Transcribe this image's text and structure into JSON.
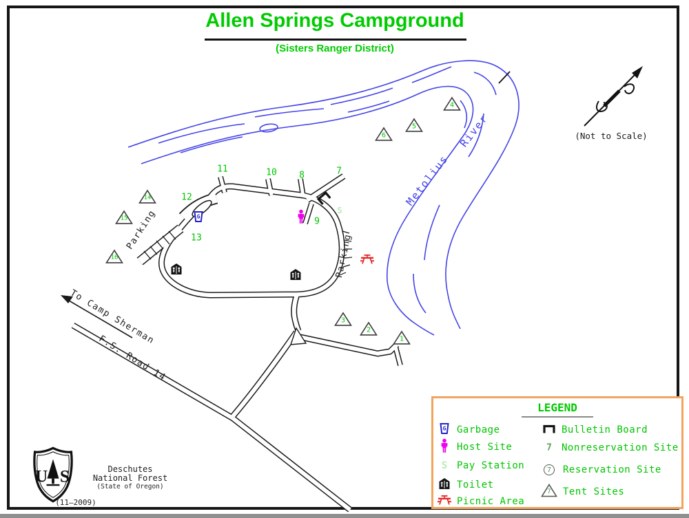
{
  "title": {
    "text": "Allen Springs Campground",
    "subtitle": "(Sisters Ranger District)"
  },
  "compass": {
    "caption": "(Not to Scale)"
  },
  "map": {
    "river": {
      "word1": "Metolius",
      "word2": "River"
    },
    "labels": {
      "parking_left": "Parking",
      "parking_right": "Parking",
      "to_camp_sherman": "To Camp Sherman",
      "fs_road": "F.S. Road 14"
    },
    "tent_sites": [
      {
        "num": "1"
      },
      {
        "num": "2"
      },
      {
        "num": "3"
      },
      {
        "num": "4"
      },
      {
        "num": "5"
      },
      {
        "num": "6"
      },
      {
        "num": "14"
      },
      {
        "num": "15"
      },
      {
        "num": "16"
      }
    ],
    "sites": [
      {
        "num": "7"
      },
      {
        "num": "8"
      },
      {
        "num": "9"
      },
      {
        "num": "10"
      },
      {
        "num": "11"
      },
      {
        "num": "12"
      },
      {
        "num": "13"
      }
    ],
    "icons": {
      "garbage_letter": "G",
      "pay_letter": "S"
    }
  },
  "legend": {
    "title": "LEGEND",
    "left": [
      {
        "label": "Garbage"
      },
      {
        "label": "Host Site"
      },
      {
        "label": "Pay Station"
      },
      {
        "label": "Toilet"
      },
      {
        "label": "Picnic Area"
      }
    ],
    "right": [
      {
        "label": "Bulletin Board",
        "marker": ""
      },
      {
        "label": "Nonreservation Site",
        "marker": "7"
      },
      {
        "label": "Reservation Site",
        "marker": "7"
      },
      {
        "label": "Tent Sites",
        "marker": "7"
      }
    ]
  },
  "footer": {
    "logo_text": "US",
    "agency_line1": "Deschutes",
    "agency_line2": "National Forest",
    "agency_line3": "(State of Oregon)",
    "date": "(11—2009)"
  },
  "colors": {
    "green": "#00cb00",
    "river_blue": "#4343e8",
    "garbage_blue": "#2222cc",
    "host_magenta": "#ee00ee",
    "picnic_red": "#e82222",
    "legend_orange": "#f2a35c",
    "pay_faint": "#b9ecb9"
  }
}
